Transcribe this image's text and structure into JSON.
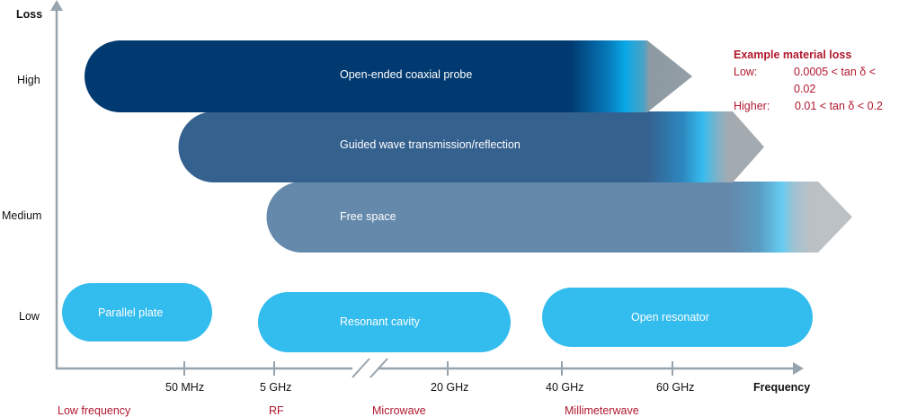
{
  "y_axis": {
    "title": "Loss",
    "levels": [
      "High",
      "Medium",
      "Low"
    ]
  },
  "x_axis": {
    "title": "Frequency",
    "ticks": [
      "50 MHz",
      "5 GHz",
      "20 GHz",
      "40 GHz",
      "60 GHz"
    ],
    "axis_break": "between 5 GHz and 20 GHz",
    "regions": [
      "Low frequency",
      "RF",
      "Microwave",
      "Millimeterwave"
    ]
  },
  "methods": [
    {
      "label": "Open-ended coaxial probe",
      "loss": "High",
      "shape": "arrow",
      "color": "#003a70"
    },
    {
      "label": "Guided wave transmission/reflection",
      "loss": "High-Medium",
      "shape": "arrow",
      "color": "#35618f"
    },
    {
      "label": "Free space",
      "loss": "Medium",
      "shape": "arrow",
      "color": "#6589ab"
    },
    {
      "label": "Parallel plate",
      "loss": "Low",
      "shape": "pill",
      "color": "#33bcee"
    },
    {
      "label": "Resonant cavity",
      "loss": "Low",
      "shape": "pill",
      "color": "#33bcee"
    },
    {
      "label": "Open resonator",
      "loss": "Low",
      "shape": "pill",
      "color": "#33bcee"
    }
  ],
  "legend": {
    "title": "Example material loss",
    "rows": [
      {
        "key": "Low:",
        "value": "0.0005 < tan δ < 0.02"
      },
      {
        "key": "Higher:",
        "value": "0.01 < tan δ < 0.2"
      }
    ]
  },
  "colors": {
    "axis": "#97a3ad",
    "accent_red": "#b0182e",
    "arrow_tip": "#a3abb1",
    "highlight_cyan": "#33bcee"
  }
}
